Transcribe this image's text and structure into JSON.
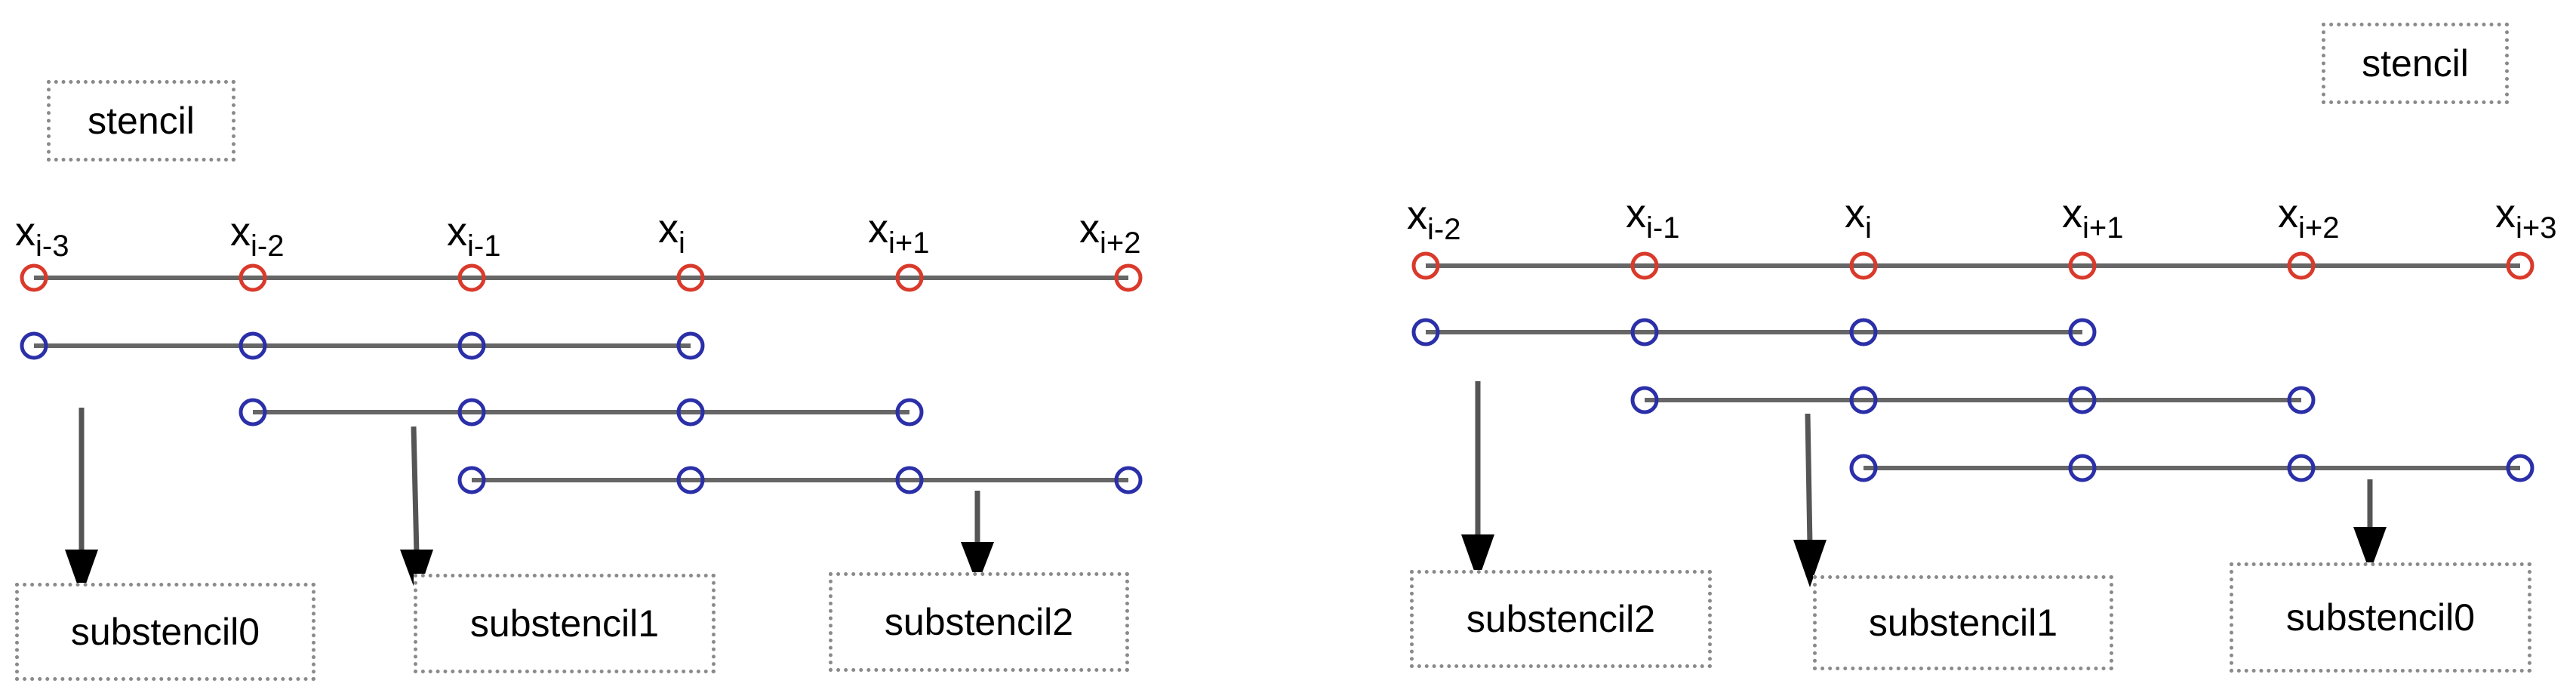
{
  "panels": [
    {
      "id": "left",
      "stencil_label": "stencil",
      "node_labels": [
        {
          "base": "x",
          "sub": "i-3"
        },
        {
          "base": "x",
          "sub": "i-2"
        },
        {
          "base": "x",
          "sub": "i-1"
        },
        {
          "base": "x",
          "sub": "i"
        },
        {
          "base": "x",
          "sub": "i+1"
        },
        {
          "base": "x",
          "sub": "i+2"
        }
      ],
      "substencils": [
        {
          "label": "substencil0",
          "start": 0,
          "end": 3
        },
        {
          "label": "substencil1",
          "start": 1,
          "end": 4
        },
        {
          "label": "substencil2",
          "start": 2,
          "end": 5
        }
      ]
    },
    {
      "id": "right",
      "stencil_label": "stencil",
      "node_labels": [
        {
          "base": "x",
          "sub": "i-2"
        },
        {
          "base": "x",
          "sub": "i-1"
        },
        {
          "base": "x",
          "sub": "i"
        },
        {
          "base": "x",
          "sub": "i+1"
        },
        {
          "base": "x",
          "sub": "i+2"
        },
        {
          "base": "x",
          "sub": "i+3"
        }
      ],
      "substencils": [
        {
          "label": "substencil2",
          "start": 0,
          "end": 3
        },
        {
          "label": "substencil1",
          "start": 1,
          "end": 4
        },
        {
          "label": "substencil0",
          "start": 2,
          "end": 5
        }
      ]
    }
  ],
  "colors": {
    "stencil_node": "#d93a2b",
    "substencil_node": "#2b2fa8",
    "line": "#666666",
    "arrow": "#000000",
    "box_border": "#8a8a8a"
  }
}
